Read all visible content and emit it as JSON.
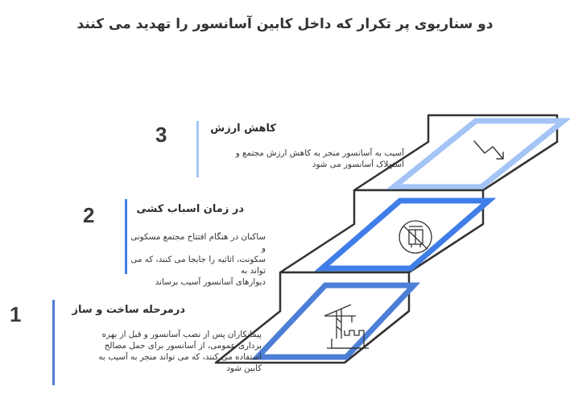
{
  "title": "دو سناریوی پر تکرار که داخل کابین آسانسور را تهدید می کنند",
  "colors": {
    "light_blue": "#a4c4f6",
    "mid_blue": "#3f7ee8",
    "dark_blue": "#4d7fd6",
    "stair_dark": "#333333"
  },
  "steps": [
    {
      "number": "1",
      "heading": "درمرحله ساخت و ساز",
      "lines": [
        "پیمانکاران پس از نصب آسانسور و قبل از بهره",
        "برداری عمومی، از آسانسور برای حمل مصالح",
        "استفاده می کنند، که می تواند منجر به آسیب به",
        "کابین شود"
      ],
      "icon": "construction-crane-icon"
    },
    {
      "number": "2",
      "heading": "در زمان اسباب کشی",
      "lines": [
        "ساکنان در هنگام افتتاح مجتمع مسکونی و",
        "سکونت، اثاثیه را جابجا می کنند، که می تواند به",
        "دیوارهای آسانسور آسیب برساند"
      ],
      "icon": "no-furniture-icon"
    },
    {
      "number": "3",
      "heading": "کاهش ارزش",
      "lines": [
        "آسیب به آسانسور منجر به کاهش ارزش مجتمع و",
        "استهلاک آسانسور می شود"
      ],
      "icon": "declining-trend-icon"
    }
  ]
}
